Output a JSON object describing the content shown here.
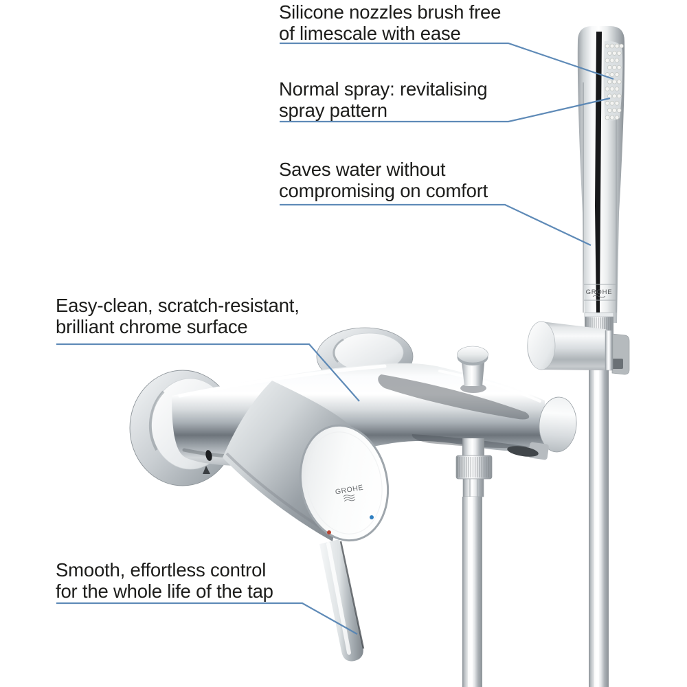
{
  "colors": {
    "background": "#ffffff",
    "leader_line": "#5584b3",
    "hot_indicator": "#b8432f",
    "cold_indicator": "#2f7fc1",
    "annotation_text": "#1d1d1b"
  },
  "brand": {
    "name": "GROHE"
  },
  "annotations": [
    {
      "name": "silicone-nozzles",
      "line1": "Silicone nozzles brush free",
      "line2": "of limescale with ease"
    },
    {
      "name": "normal-spray",
      "line1": "Normal spray: revitalising",
      "line2": "spray pattern"
    },
    {
      "name": "water-saving",
      "line1": "Saves water without",
      "line2": "compromising on comfort"
    },
    {
      "name": "chrome-surface",
      "line1": "Easy-clean, scratch-resistant,",
      "line2": "brilliant chrome surface"
    },
    {
      "name": "smooth-control",
      "line1": "Smooth, effortless control",
      "line2": "for the whole life of the tap"
    }
  ]
}
